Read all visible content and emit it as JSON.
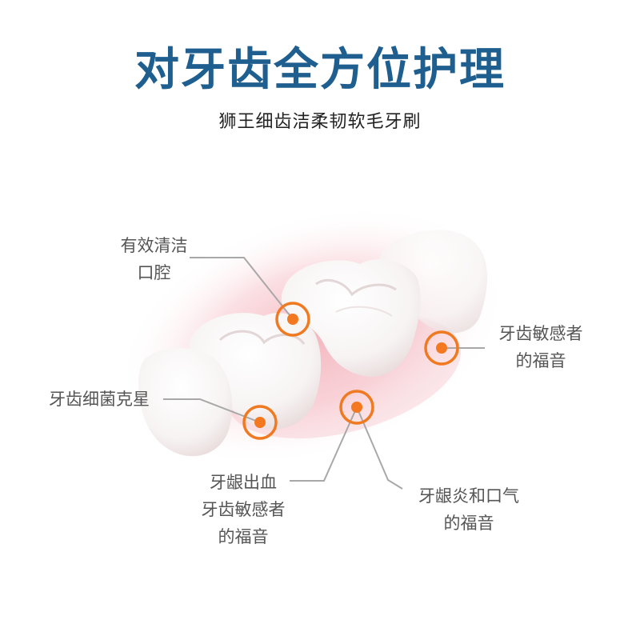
{
  "header": {
    "title": "对牙齿全方位护理",
    "subtitle": "狮王细齿洁柔韧软毛牙刷"
  },
  "colors": {
    "title": "#1f5f8f",
    "marker": "#f37820",
    "leader_line": "#a8a8a8",
    "gum": "#f6c9cf",
    "label_text": "#555555"
  },
  "callouts": [
    {
      "id": "clean-mouth",
      "lines": [
        "有效清洁",
        "口腔"
      ]
    },
    {
      "id": "bacteria",
      "lines": [
        "牙齿细菌克星"
      ]
    },
    {
      "id": "sensitive-right",
      "lines": [
        "牙齿敏感者",
        "的福音"
      ]
    },
    {
      "id": "gum-bleeding",
      "lines": [
        "牙龈出血",
        "牙齿敏感者",
        "的福音"
      ]
    },
    {
      "id": "gingivitis",
      "lines": [
        "牙龈炎和口气",
        "的福音"
      ]
    }
  ]
}
